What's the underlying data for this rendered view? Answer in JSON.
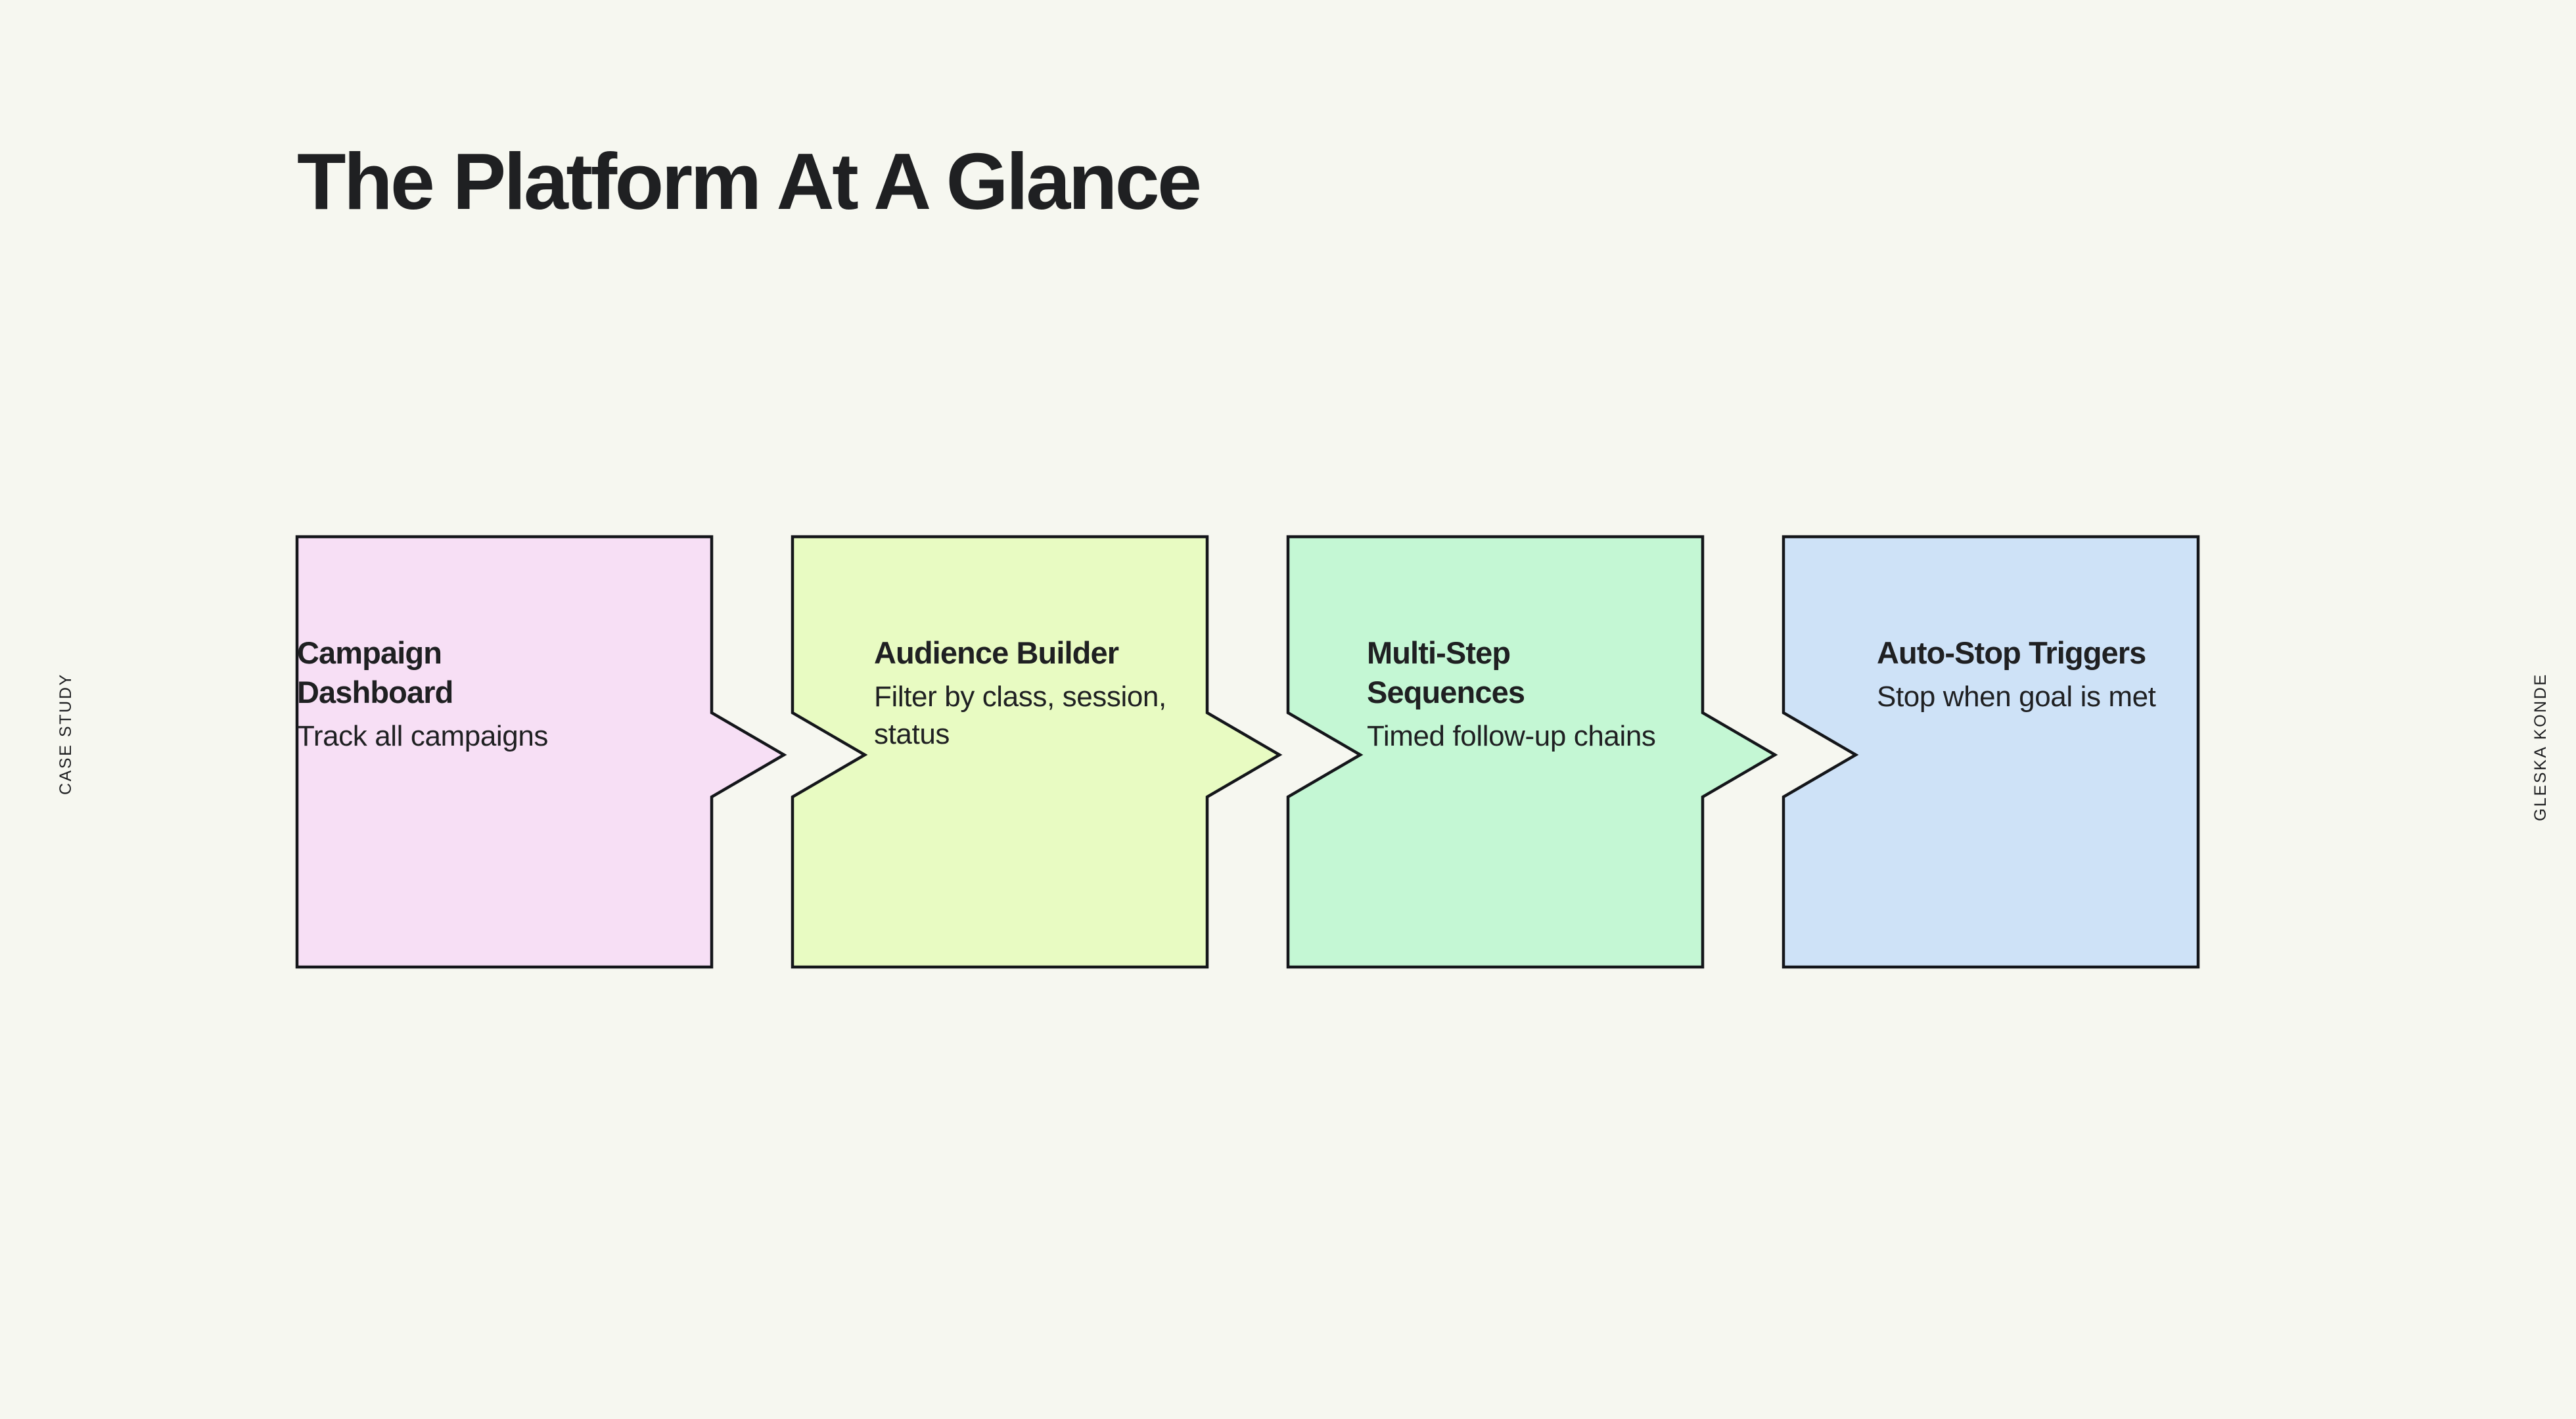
{
  "page": {
    "title": "The Platform At A Glance",
    "background_color": "#F6F7F0",
    "ink_color": "#1F2022"
  },
  "side_labels": {
    "left": "CASE STUDY",
    "right": "GLESKA KONDE"
  },
  "diagram": {
    "type": "chevron-process-flow",
    "step_count": 4,
    "steps": [
      {
        "index": 1,
        "title": "Campaign Dashboard",
        "description": "Track all campaigns",
        "fill_color": "#F7DFF5",
        "has_arrow": true
      },
      {
        "index": 2,
        "title": "Audience Builder",
        "description": "Filter by class, session, status",
        "fill_color": "#E8FBC2",
        "has_arrow": true
      },
      {
        "index": 3,
        "title": "Multi-Step Sequences",
        "description": "Timed follow-up chains",
        "fill_color": "#C4F7D4",
        "has_arrow": true
      },
      {
        "index": 4,
        "title": "Auto-Stop Triggers",
        "description": "Stop when goal is met",
        "fill_color": "#CEE2F7",
        "has_arrow": false
      }
    ]
  }
}
